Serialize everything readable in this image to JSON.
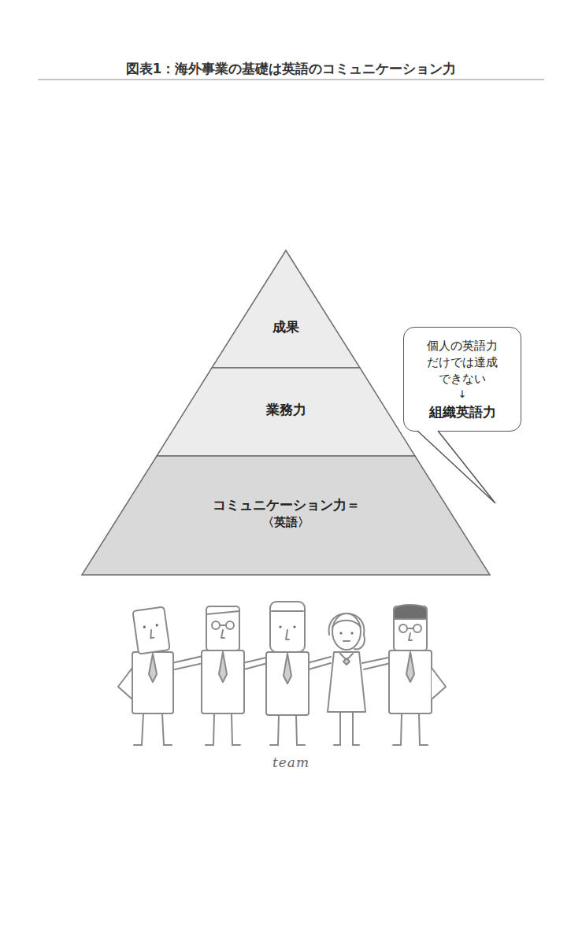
{
  "diagram": {
    "title": "図表1：海外事業の基礎は英語のコミュニケーション力",
    "nodes": [
      {
        "text": [
          "成果"
        ]
      },
      {
        "text": [
          "業務力"
        ]
      },
      {
        "text": [
          "コミュニケーション力＝",
          "〈英語〉"
        ]
      },
      {
        "text": [
          "個人の英語力だけでは達成できない",
          "↓",
          "組織英語力"
        ]
      }
    ],
    "edges": [
      {
        "from": 3,
        "to": 2,
        "arrow": "none"
      }
    ],
    "labels": [
      "team"
    ]
  }
}
